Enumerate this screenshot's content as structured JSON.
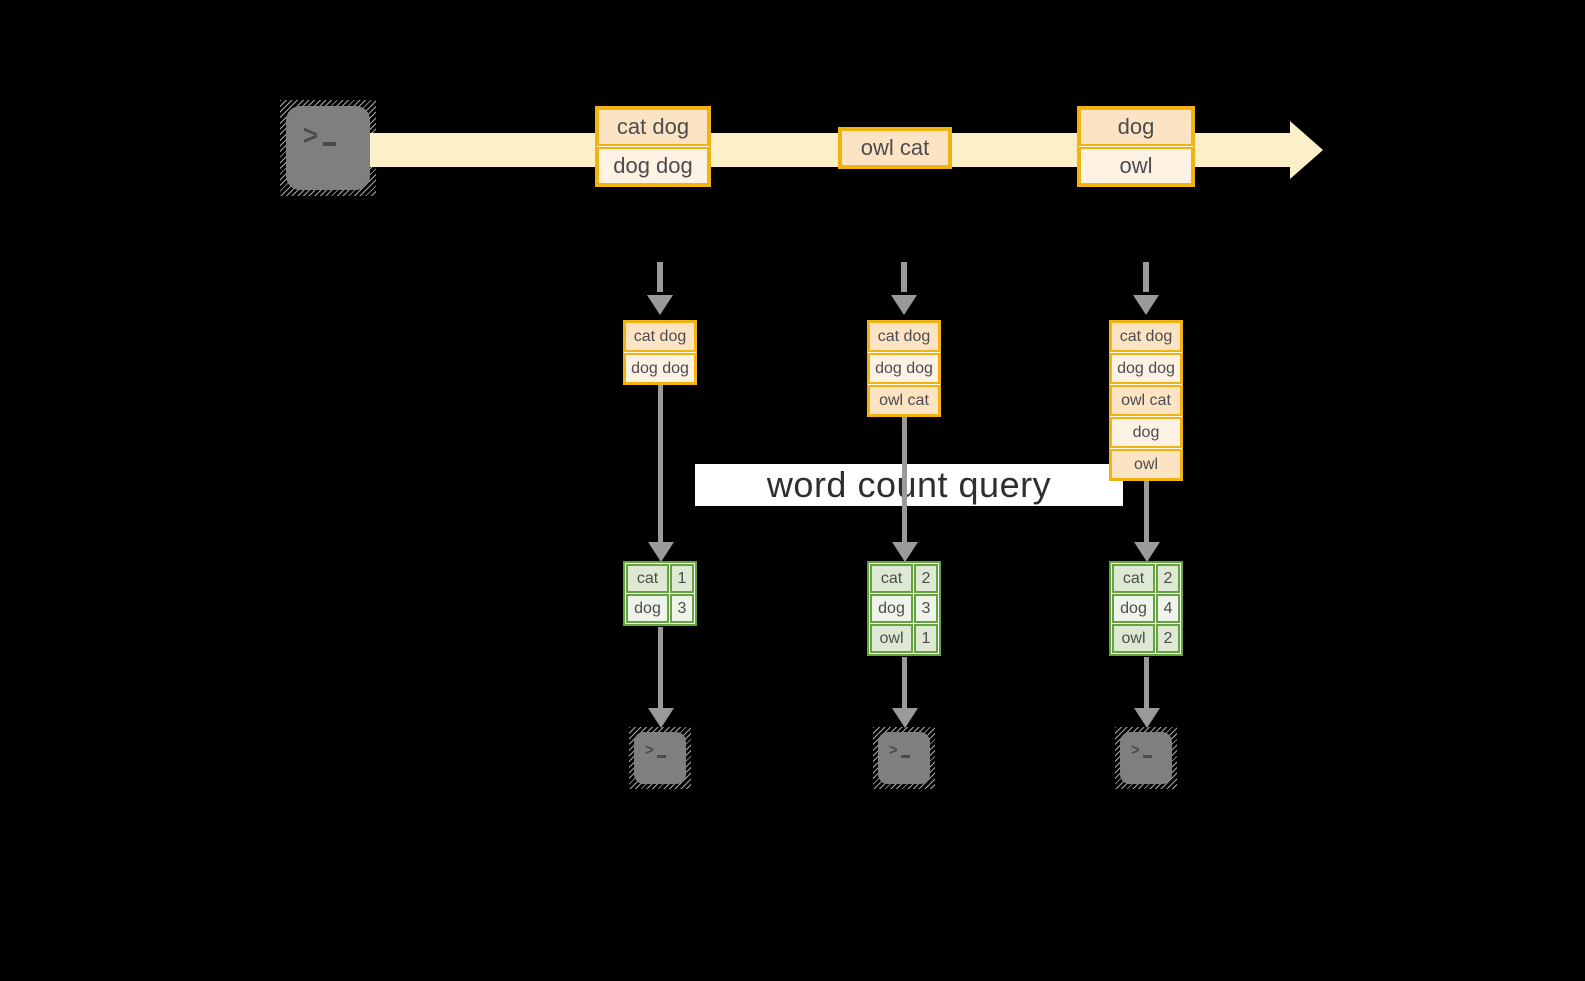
{
  "query_label": "word count query",
  "stream": {
    "source_icon": "terminal-icon",
    "batches": [
      {
        "lines": [
          "cat dog",
          "dog dog"
        ]
      },
      {
        "lines": [
          "owl cat"
        ]
      },
      {
        "lines": [
          "dog",
          "owl"
        ]
      }
    ]
  },
  "columns": [
    {
      "input": {
        "lines": [
          "cat dog",
          "dog dog"
        ]
      },
      "result": {
        "rows": [
          {
            "word": "cat",
            "count": "1"
          },
          {
            "word": "dog",
            "count": "3"
          }
        ]
      },
      "sink_icon": "terminal-icon"
    },
    {
      "input": {
        "lines": [
          "cat dog",
          "dog dog",
          "owl cat"
        ]
      },
      "result": {
        "rows": [
          {
            "word": "cat",
            "count": "2"
          },
          {
            "word": "dog",
            "count": "3"
          },
          {
            "word": "owl",
            "count": "1"
          }
        ]
      },
      "sink_icon": "terminal-icon"
    },
    {
      "input": {
        "lines": [
          "cat dog",
          "dog dog",
          "owl cat",
          "dog",
          "owl"
        ]
      },
      "result": {
        "rows": [
          {
            "word": "cat",
            "count": "2"
          },
          {
            "word": "dog",
            "count": "4"
          },
          {
            "word": "owl",
            "count": "2"
          }
        ]
      },
      "sink_icon": "terminal-icon"
    }
  ],
  "colors": {
    "bg": "#000000",
    "band": "#fcf0c9",
    "gold": "#f0b310",
    "odark": "#fbe3c3",
    "olight": "#fdf2e4",
    "green": "#66a23f",
    "gdark": "#dde9d2",
    "glight": "#eef4e9",
    "gray": "#9a9a9a",
    "term": "#7f7f7f",
    "ink": "#4d4d4d",
    "labelbg": "#ffffff"
  }
}
